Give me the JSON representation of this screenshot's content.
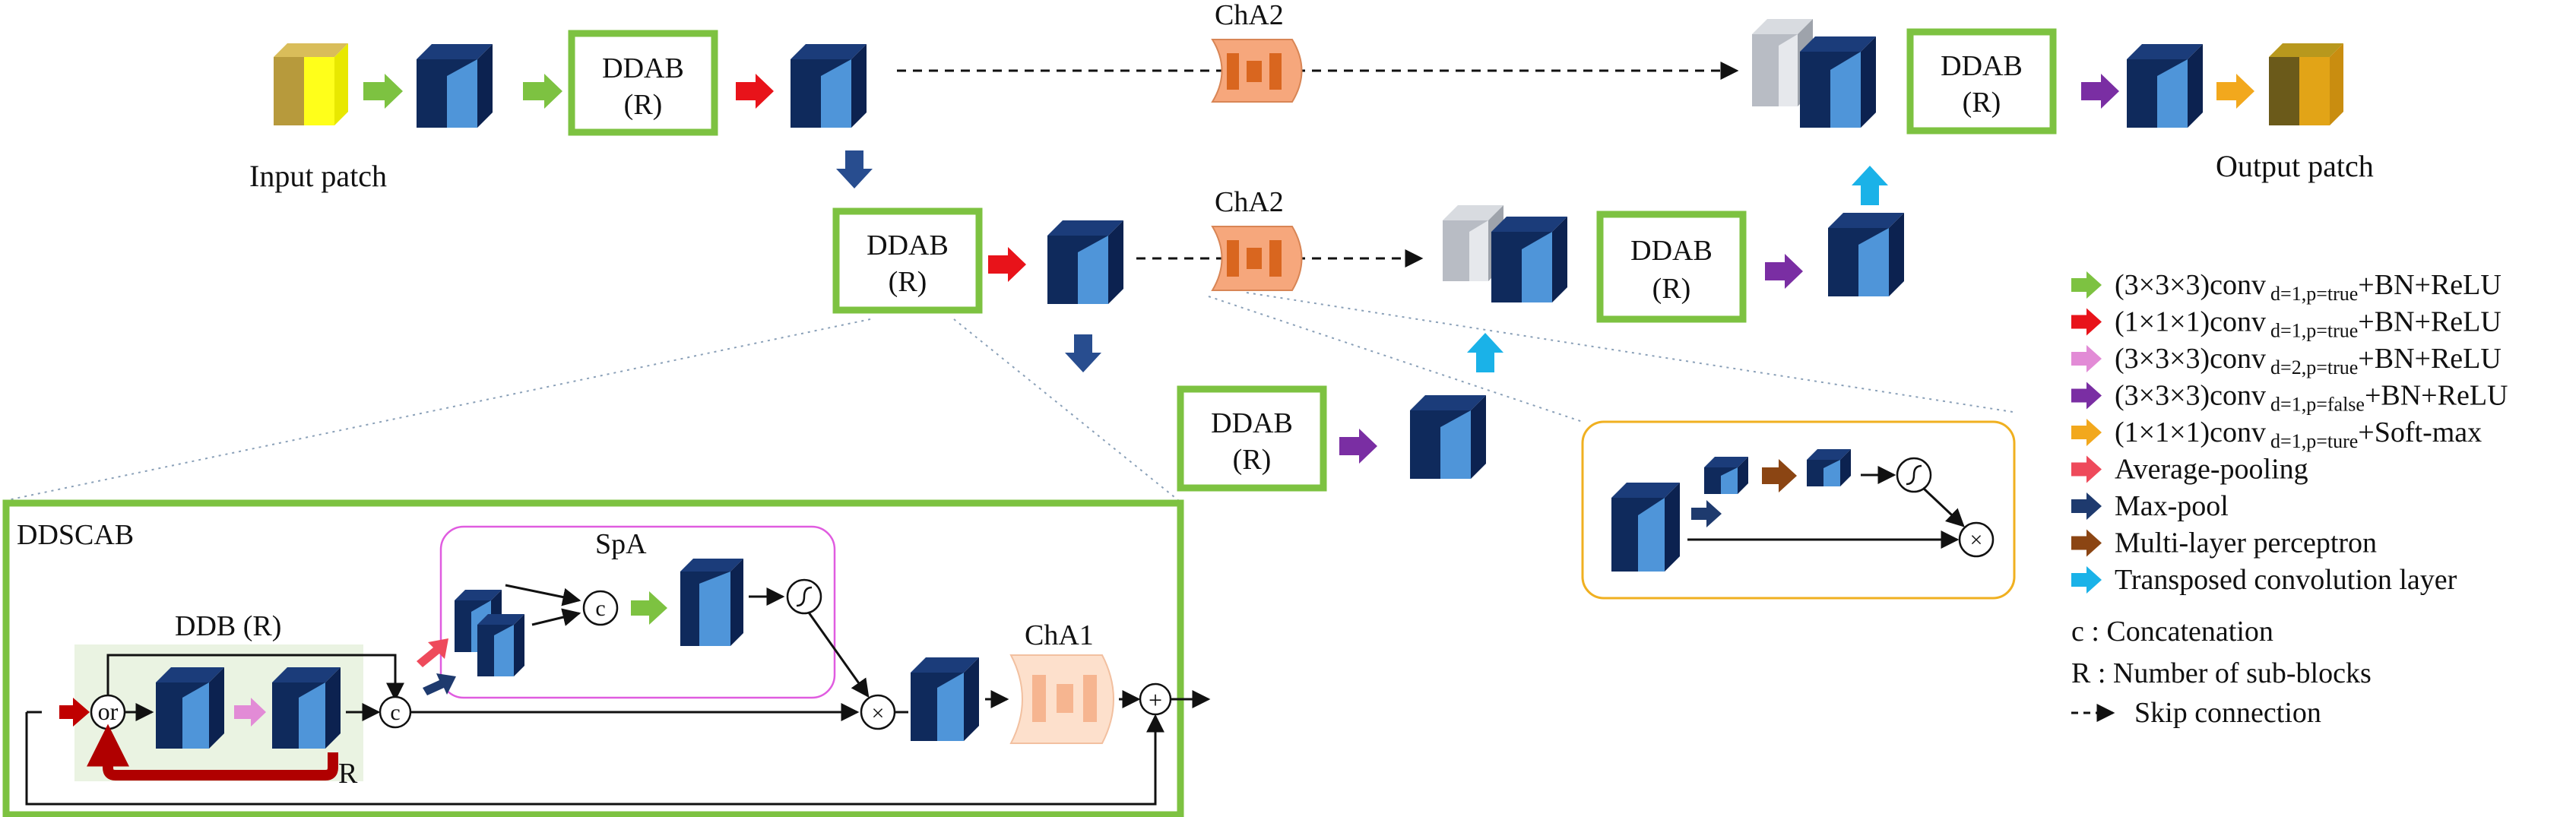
{
  "colors": {
    "green_arrow": "#7dc241",
    "red_arrow": "#e8131a",
    "pink_arrow": "#e28bd6",
    "purple_arrow": "#7a2ea3",
    "orange_arrow": "#f2a81d",
    "avgpool_arrow": "#ee4a5b",
    "maxpool_arrow": "#1e3a6e",
    "mlp_arrow": "#8b4513",
    "transposed_arrow": "#1ab2e8",
    "block_border": "#7dc241",
    "spa_border": "#e05ce0",
    "attention_border": "#f0b020",
    "cha_fill": "#f6a77c",
    "cube_dark": "#0f2a5c",
    "cube_front": "#4f95d9",
    "ddb_bg": "#eaf3e2"
  },
  "labels": {
    "input_patch": "Input patch",
    "output_patch": "Output patch",
    "ddab": "DDAB",
    "r": "(R)",
    "cha2": "ChA2",
    "cha1": "ChA1",
    "ddscab": "DDSCAB",
    "spa": "SpA",
    "ddb_r": "DDB (R)",
    "or": "or",
    "c": "c",
    "R": "R"
  },
  "legend": [
    {
      "color": "green_arrow",
      "main": "(3×3×3)conv",
      "sub": "d=1,p=true",
      "tail": "+BN+ReLU"
    },
    {
      "color": "red_arrow",
      "main": "(1×1×1)conv",
      "sub": "d=1,p=true",
      "tail": "+BN+ReLU"
    },
    {
      "color": "pink_arrow",
      "main": "(3×3×3)conv",
      "sub": "d=2,p=true",
      "tail": "+BN+ReLU"
    },
    {
      "color": "purple_arrow",
      "main": "(3×3×3)conv",
      "sub": "d=1,p=false",
      "tail": "+BN+ReLU"
    },
    {
      "color": "orange_arrow",
      "main": "(1×1×1)conv",
      "sub": "d=1,p=ture",
      "tail": "+Soft-max"
    },
    {
      "color": "avgpool_arrow",
      "main": "Average-pooling",
      "sub": "",
      "tail": ""
    },
    {
      "color": "maxpool_arrow",
      "main": "Max-pool",
      "sub": "",
      "tail": ""
    },
    {
      "color": "mlp_arrow",
      "main": "Multi-layer perceptron",
      "sub": "",
      "tail": ""
    },
    {
      "color": "transposed_arrow",
      "main": "Transposed convolution layer",
      "sub": "",
      "tail": ""
    }
  ],
  "legend_text": {
    "concat": "c : Concatenation",
    "subblocks": "R : Number of sub-blocks",
    "skip": "Skip connection"
  }
}
